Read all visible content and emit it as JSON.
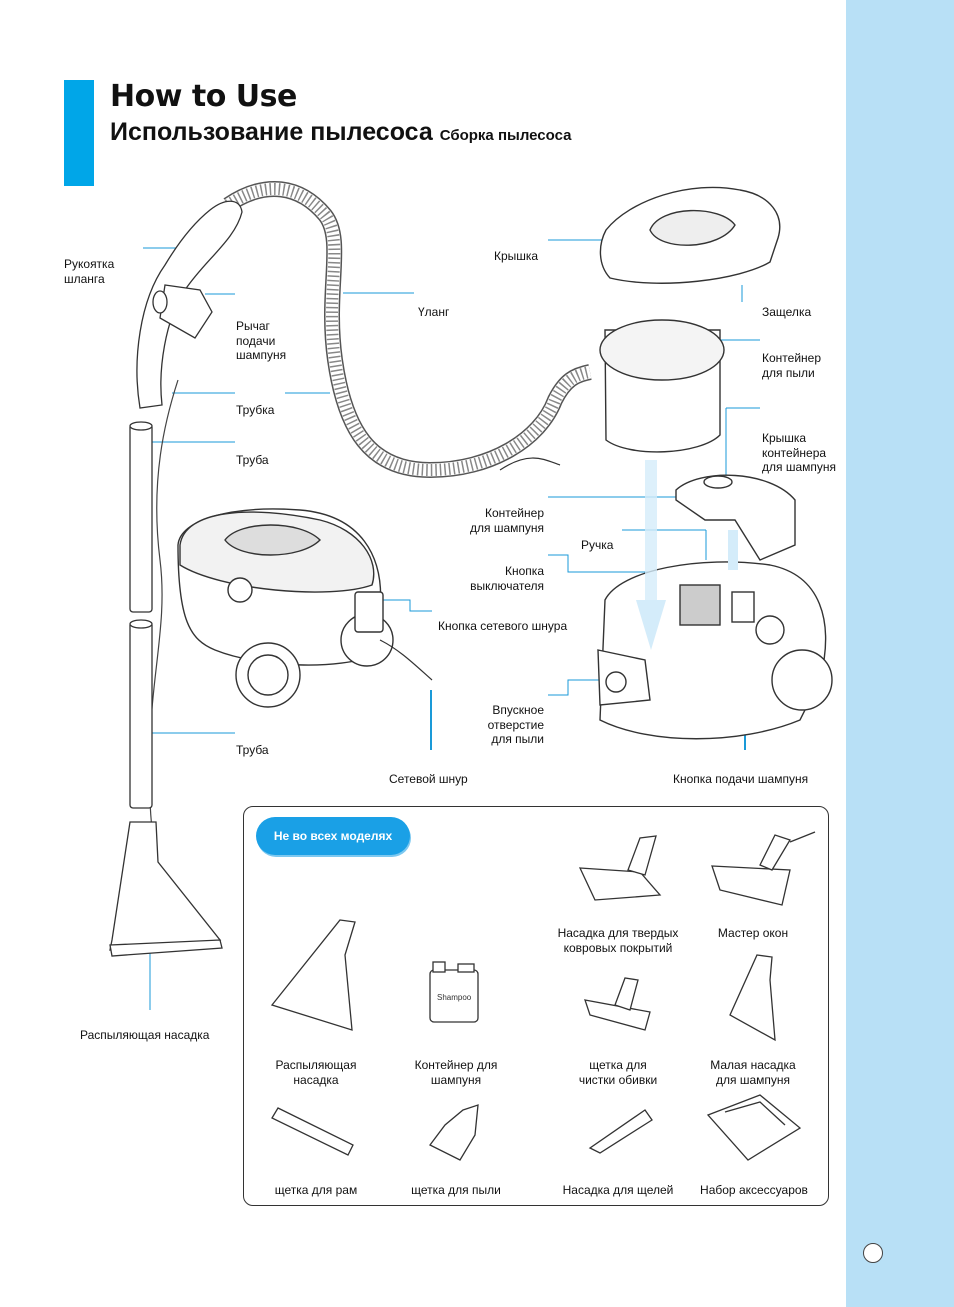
{
  "header": {
    "title_en": "How to Use",
    "title_ru": "Использование пылесоса",
    "subtitle": "Сборка пылесоса"
  },
  "labels": {
    "hose_handle": "Рукоятка\nшланга",
    "hose": "Үланг",
    "shampoo_lever": "Рычаг\nподачи\nшампуня",
    "tube_small": "Трубка",
    "pipe_upper": "Труба",
    "pipe_lower": "Труба",
    "spray_nozzle": "Распыляющая насадка",
    "lid": "Крышка",
    "latch": "Защелка",
    "dust_container": "Контейнер\nдля пыли",
    "shampoo_container_lid": "Крышка\nконтейнера\nдля шампуня",
    "shampoo_container": "Контейнер\nдля шампуня",
    "handle": "Ручка",
    "power_button": "Кнопка\nвыключателя",
    "cord_button": "Кнопка сетевого шнура",
    "dust_inlet": "Впускное\nотверстие\nдля пыли",
    "power_cord": "Сетевой шнур",
    "shampoo_button": "Кнопка подачи шампуня"
  },
  "accessories": {
    "badge": "Не во всех моделях",
    "items": [
      {
        "label": "Насадка для твердых\nковровых покрытий",
        "icon": "floor-carpet-nozzle"
      },
      {
        "label": "Мастер окон",
        "icon": "window-cleaner"
      },
      {
        "label": "Распыляющая\nнасадка",
        "icon": "spray-nozzle"
      },
      {
        "label": "Контейнер для\nшампуня",
        "icon": "shampoo-bottle"
      },
      {
        "label": "щетка для\nчистки обивки",
        "icon": "upholstery-brush"
      },
      {
        "label": "Малая насадка\nдля шампуня",
        "icon": "small-shampoo-nozzle"
      },
      {
        "label": "щетка для рам",
        "icon": "frame-brush"
      },
      {
        "label": "щетка для пыли",
        "icon": "dust-brush"
      },
      {
        "label": "Насадка для щелей",
        "icon": "crevice-nozzle"
      },
      {
        "label": "Набор аксессуаров",
        "icon": "accessory-bag"
      }
    ],
    "shampoo_bottle_text": "Shampoo"
  },
  "colors": {
    "accent": "#00a6e8",
    "sidebar": "#b8e0f6",
    "leader": "#1a9ad8",
    "badge": "#1aa0e6"
  }
}
